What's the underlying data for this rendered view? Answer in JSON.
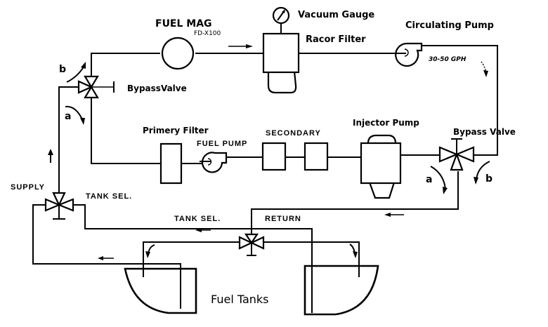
{
  "diagram": {
    "title": "Fuel System Schematic",
    "labels": {
      "fuel_mag": "FUEL MAG",
      "fuel_mag_model": "FD-X100",
      "vacuum_gauge": "Vacuum Gauge",
      "racor_filter": "Racor Filter",
      "circulating_pump": "Circulating Pump",
      "flow_rate": "30-50 GPH",
      "bypass_valve_left": "BypassValve",
      "bypass_valve_right": "Bypass Valve",
      "primary_filter": "Primery Filter",
      "fuel_pump": "FUEL PUMP",
      "secondary": "SECONDARY",
      "injector_pump": "Injector Pump",
      "supply": "SUPPLY",
      "tank_sel_left": "TANK SEL.",
      "tank_sel_center": "TANK SEL.",
      "return": "RETURN",
      "fuel_tanks": "Fuel Tanks",
      "flow_a_left": "a",
      "flow_b_left": "b",
      "flow_a_right": "a",
      "flow_b_right": "b"
    },
    "components": [
      {
        "id": "fuel-mag",
        "type": "circle"
      },
      {
        "id": "racor-filter",
        "type": "filter-with-bowl"
      },
      {
        "id": "vacuum-gauge",
        "type": "gauge"
      },
      {
        "id": "circulating-pump",
        "type": "pump"
      },
      {
        "id": "bypass-valve-left",
        "type": "3-way-valve"
      },
      {
        "id": "bypass-valve-right",
        "type": "3-way-valve"
      },
      {
        "id": "primary-filter",
        "type": "rect"
      },
      {
        "id": "fuel-pump",
        "type": "pump"
      },
      {
        "id": "secondary-filter-1",
        "type": "rect"
      },
      {
        "id": "secondary-filter-2",
        "type": "rect"
      },
      {
        "id": "injector-pump",
        "type": "injector"
      },
      {
        "id": "supply-tank-selector",
        "type": "3-way-valve"
      },
      {
        "id": "return-tank-selector",
        "type": "3-way-valve"
      },
      {
        "id": "fuel-tank-left",
        "type": "tank"
      },
      {
        "id": "fuel-tank-right",
        "type": "tank"
      }
    ]
  }
}
